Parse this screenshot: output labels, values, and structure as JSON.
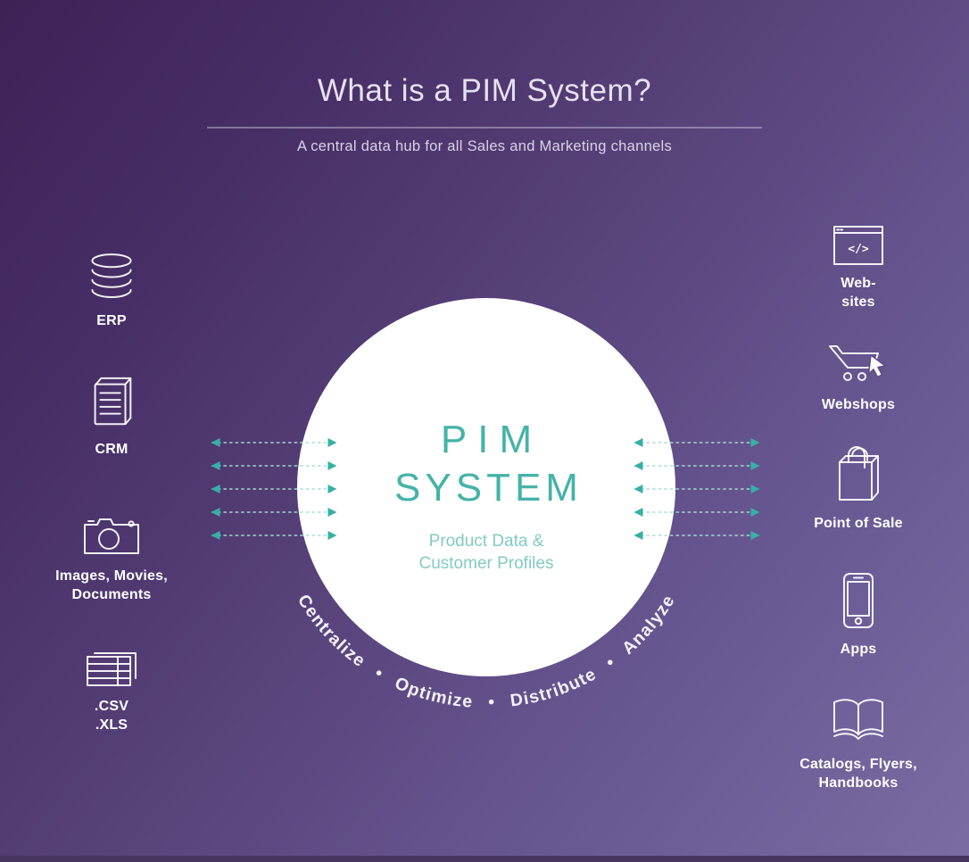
{
  "header": {
    "title": "What is a PIM System?",
    "subtitle": "A central data hub for all Sales and Marketing channels"
  },
  "hub": {
    "title_line1": "PIM",
    "title_line2": "SYSTEM",
    "subtitle_line1": "Product Data &",
    "subtitle_line2": "Customer Profiles",
    "process_arc_text": "Centralize  •  Optimize  •  Distribute  •  Analyze"
  },
  "sources": [
    {
      "id": "erp",
      "icon": "database-icon",
      "label_lines": [
        "ERP"
      ]
    },
    {
      "id": "crm",
      "icon": "document-icon",
      "label_lines": [
        "CRM"
      ]
    },
    {
      "id": "media",
      "icon": "camera-icon",
      "label_lines": [
        "Images, Movies,",
        "Documents"
      ]
    },
    {
      "id": "files",
      "icon": "spreadsheet-icon",
      "label_lines": [
        ".CSV",
        ".XLS"
      ]
    }
  ],
  "channels": [
    {
      "id": "websites",
      "icon": "browser-code-icon",
      "label_lines": [
        "Web-",
        "sites"
      ]
    },
    {
      "id": "webshops",
      "icon": "cart-cursor-icon",
      "label_lines": [
        "Webshops"
      ]
    },
    {
      "id": "pos",
      "icon": "shopping-bag-icon",
      "label_lines": [
        "Point of Sale"
      ]
    },
    {
      "id": "apps",
      "icon": "smartphone-icon",
      "label_lines": [
        "Apps"
      ]
    },
    {
      "id": "print",
      "icon": "open-book-icon",
      "label_lines": [
        "Catalogs, Flyers,",
        "Handbooks"
      ]
    }
  ],
  "glyphs": {
    "code": "</>"
  },
  "colors": {
    "bg_dark": "#3d2256",
    "bg_light": "#7b6ca3",
    "accent_teal": "#45b3a8",
    "accent_teal_light": "#82cbc3",
    "arrow_head": "#37b0a5",
    "text_light": "#e6e1f0",
    "bottom_strip": "#473560",
    "hub_bg": "#ffffff"
  }
}
